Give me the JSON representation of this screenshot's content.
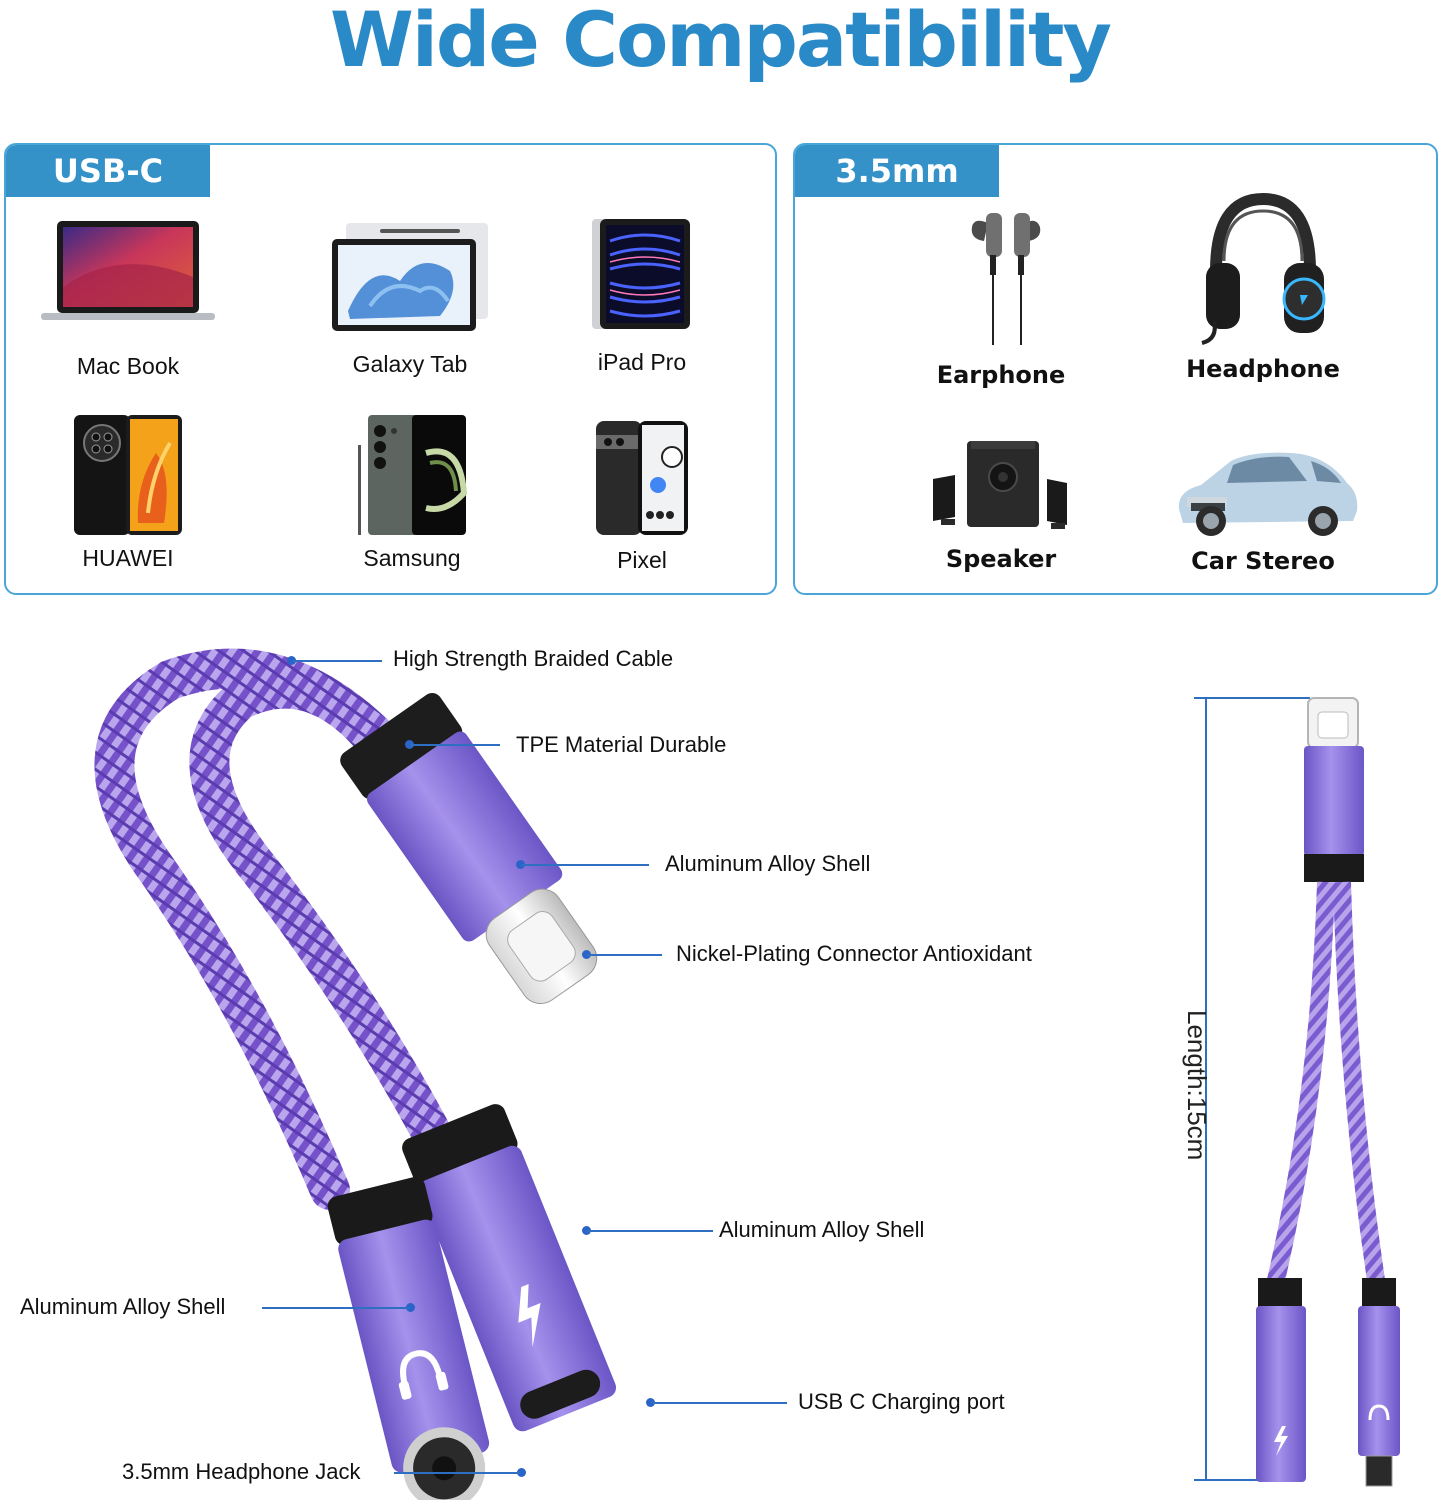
{
  "title": "Wide Compatibility",
  "usbc_panel": {
    "tag": "USB-C",
    "items": [
      {
        "label": "Mac Book",
        "icon": "laptop-icon"
      },
      {
        "label": "Galaxy Tab",
        "icon": "tablet-icon"
      },
      {
        "label": "iPad Pro",
        "icon": "ipad-icon"
      },
      {
        "label": "HUAWEI",
        "icon": "foldable-phone-icon"
      },
      {
        "label": "Samsung",
        "icon": "phone-icon"
      },
      {
        "label": "Pixel",
        "icon": "phone-icon"
      }
    ]
  },
  "jack_panel": {
    "tag": "3.5mm",
    "items": [
      {
        "label": "Earphone",
        "icon": "earphone-icon"
      },
      {
        "label": "Headphone",
        "icon": "headphone-icon"
      },
      {
        "label": "Speaker",
        "icon": "speaker-icon"
      },
      {
        "label": "Car Stereo",
        "icon": "car-icon"
      }
    ]
  },
  "callouts": {
    "braided_cable": "High Strength Braided Cable",
    "tpe": "TPE Material Durable",
    "alloy_top": "Aluminum Alloy Shell",
    "nickel": "Nickel-Plating Connector Antioxidant",
    "alloy_mid": "Aluminum Alloy Shell",
    "alloy_left": "Aluminum Alloy Shell",
    "charging_port": "USB C Charging port",
    "headphone_jack": "3.5mm Headphone Jack"
  },
  "length_label": "Length:15cm",
  "colors": {
    "accent": "#2a8ac7",
    "panel_border": "#4aa6d6",
    "cable_purple": "#7b5bd6",
    "leader_blue": "#2f6fc2"
  }
}
